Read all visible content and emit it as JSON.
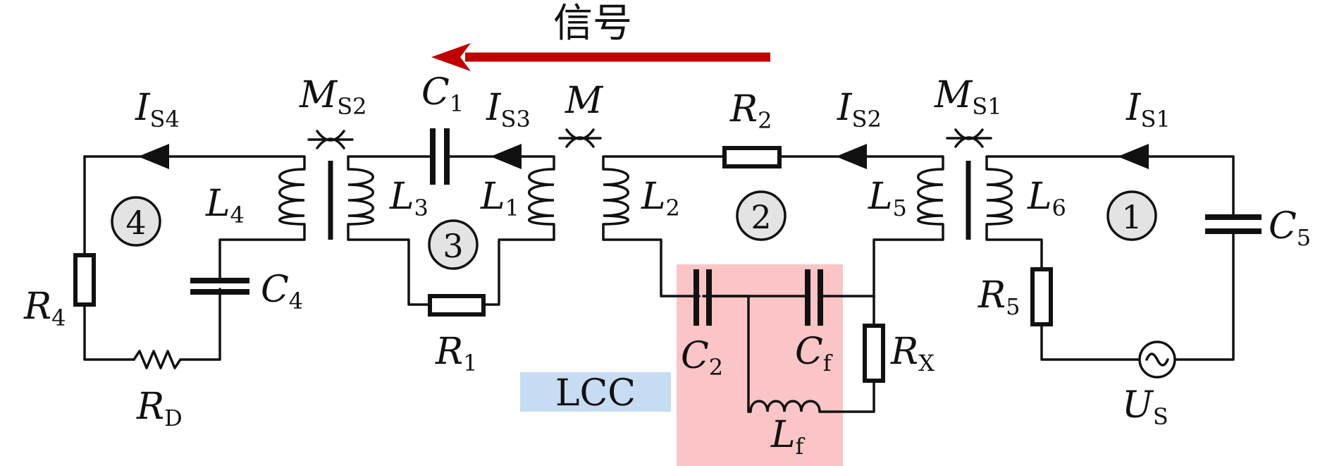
{
  "signal": {
    "text": "信号",
    "color": "#c00000"
  },
  "regions": {
    "lcc": {
      "text": "LCC",
      "color": "#c6dcf3"
    },
    "lcc_network_color": "#fbc4c6"
  },
  "loops": [
    "①",
    "②",
    "③",
    "④"
  ],
  "labels": {
    "IS4": {
      "main": "I",
      "sub": "S4"
    },
    "MS2": {
      "main": "M",
      "sub": "S2"
    },
    "C1": {
      "main": "C",
      "sub": "1"
    },
    "IS3": {
      "main": "I",
      "sub": "S3"
    },
    "M": {
      "main": "M"
    },
    "R2": {
      "main": "R",
      "sub": "2"
    },
    "IS2": {
      "main": "I",
      "sub": "S2"
    },
    "MS1": {
      "main": "M",
      "sub": "S1"
    },
    "IS1": {
      "main": "I",
      "sub": "S1"
    },
    "L4": {
      "main": "L",
      "sub": "4"
    },
    "L3": {
      "main": "L",
      "sub": "3"
    },
    "L1": {
      "main": "L",
      "sub": "1"
    },
    "L2": {
      "main": "L",
      "sub": "2"
    },
    "L5": {
      "main": "L",
      "sub": "5"
    },
    "L6": {
      "main": "L",
      "sub": "6"
    },
    "C5": {
      "main": "C",
      "sub": "5"
    },
    "C4": {
      "main": "C",
      "sub": "4"
    },
    "R4": {
      "main": "R",
      "sub": "4"
    },
    "R1": {
      "main": "R",
      "sub": "1"
    },
    "C2": {
      "main": "C",
      "sub": "2"
    },
    "Cf": {
      "main": "C",
      "sub": "f"
    },
    "RX": {
      "main": "R",
      "sub": "X"
    },
    "R5": {
      "main": "R",
      "sub": "5"
    },
    "RD": {
      "main": "R",
      "sub": "D"
    },
    "Lf": {
      "main": "L",
      "sub": "f"
    },
    "US": {
      "main": "U",
      "sub": "S"
    }
  }
}
